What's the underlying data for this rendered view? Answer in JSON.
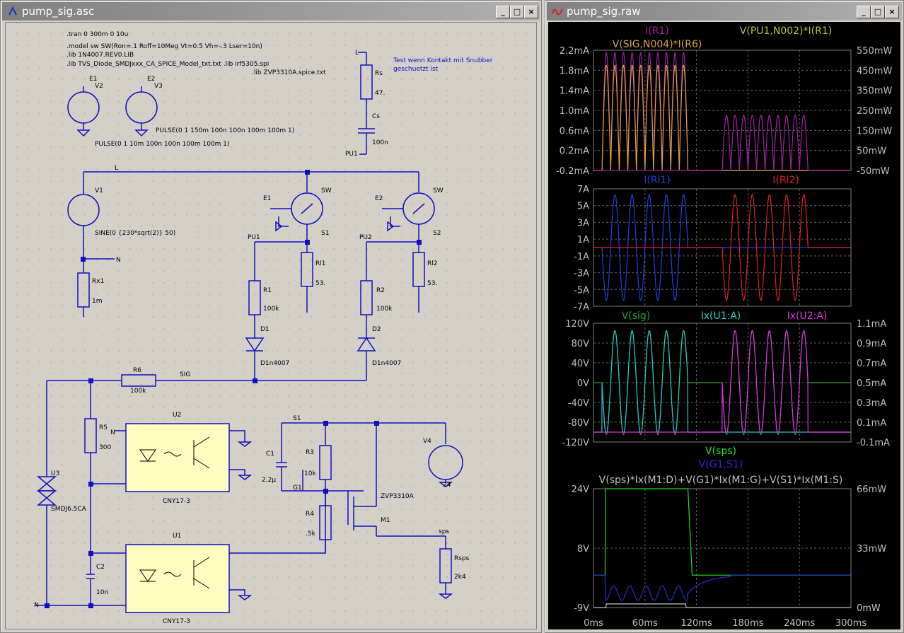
{
  "schematic": {
    "title": "pump_sig.asc",
    "directives": [
      ".tran 0 300m 0 10u",
      ".model sw SW(Ron=.1 Roff=10Meg Vt=0.5 Vh=-.3 Lser=10n)",
      ".lib 1N4007.REV0.LIB",
      ".lib TVS_Diode_SMDJxxx_CA_SPICE_Model_txt.txt  .lib irf5305.spi",
      ".lib ZVP3310A.spice.txt"
    ],
    "comment": [
      "Test wenn Kontakt mit Snubber",
      "geschuetzt ist"
    ],
    "labels": [
      {
        "id": "E1",
        "t": "E1"
      },
      {
        "id": "V2",
        "t": "V2"
      },
      {
        "id": "E2",
        "t": "E2"
      },
      {
        "id": "V3",
        "t": "V3"
      },
      {
        "id": "pulse1",
        "t": "PULSE(0 1 150m 100n 100n 100m 100m 1)"
      },
      {
        "id": "pulse2",
        "t": "PULSE(0 1 10m 100n 100n 100m 100m 1)"
      },
      {
        "id": "L1",
        "t": "L"
      },
      {
        "id": "Rs",
        "t": "Rs"
      },
      {
        "id": "Rsv",
        "t": "47."
      },
      {
        "id": "Cs",
        "t": "Cs"
      },
      {
        "id": "Csv",
        "t": "100n"
      },
      {
        "id": "PU1a",
        "t": "PU1"
      },
      {
        "id": "L2",
        "t": "L"
      },
      {
        "id": "V1",
        "t": "V1"
      },
      {
        "id": "sine",
        "t": "SINE(0 {230*sqrt(2)} 50)"
      },
      {
        "id": "E1b",
        "t": "E1"
      },
      {
        "id": "SWa",
        "t": "SW"
      },
      {
        "id": "S1",
        "t": "S1"
      },
      {
        "id": "E2b",
        "t": "E2"
      },
      {
        "id": "SWb",
        "t": "SW"
      },
      {
        "id": "S2",
        "t": "S2"
      },
      {
        "id": "N1",
        "t": "N"
      },
      {
        "id": "Rx1",
        "t": "Rx1"
      },
      {
        "id": "Rx1v",
        "t": "1m"
      },
      {
        "id": "PU1b",
        "t": "PU1"
      },
      {
        "id": "R1",
        "t": "R1"
      },
      {
        "id": "R1v",
        "t": "100k"
      },
      {
        "id": "Rl1",
        "t": "Rl1"
      },
      {
        "id": "Rl1v",
        "t": "53."
      },
      {
        "id": "D1",
        "t": "D1"
      },
      {
        "id": "D1v",
        "t": "D1n4007"
      },
      {
        "id": "PU2",
        "t": "PU2"
      },
      {
        "id": "R2",
        "t": "R2"
      },
      {
        "id": "R2v",
        "t": "100k"
      },
      {
        "id": "Rl2",
        "t": "Rl2"
      },
      {
        "id": "Rl2v",
        "t": "53."
      },
      {
        "id": "D2",
        "t": "D2"
      },
      {
        "id": "D2v",
        "t": "D1n4007"
      },
      {
        "id": "R6",
        "t": "R6"
      },
      {
        "id": "R6v",
        "t": "100k"
      },
      {
        "id": "SIG",
        "t": "SIG"
      },
      {
        "id": "U2",
        "t": "U2"
      },
      {
        "id": "R5",
        "t": "R5"
      },
      {
        "id": "R5v",
        "t": "300"
      },
      {
        "id": "N2",
        "t": "N"
      },
      {
        "id": "U2p",
        "t": "CNY17-3"
      },
      {
        "id": "U3",
        "t": "U3"
      },
      {
        "id": "U3v",
        "t": "SMDJ6.5CA"
      },
      {
        "id": "S1b",
        "t": "S1"
      },
      {
        "id": "C1",
        "t": "C1"
      },
      {
        "id": "C1v",
        "t": "2.2µ"
      },
      {
        "id": "R3",
        "t": "R3"
      },
      {
        "id": "R3v",
        "t": "10k"
      },
      {
        "id": "G1",
        "t": "G1"
      },
      {
        "id": "R4",
        "t": "R4"
      },
      {
        "id": "R4v",
        "t": ".5k"
      },
      {
        "id": "ZVP",
        "t": "ZVP3310A"
      },
      {
        "id": "M1",
        "t": "M1"
      },
      {
        "id": "V4",
        "t": "V4"
      },
      {
        "id": "V4v",
        "t": "24"
      },
      {
        "id": "sps",
        "t": "sps"
      },
      {
        "id": "Rsps",
        "t": "Rsps"
      },
      {
        "id": "Rspsv",
        "t": "2k4"
      },
      {
        "id": "U1",
        "t": "U1"
      },
      {
        "id": "C2",
        "t": "C2"
      },
      {
        "id": "C2v",
        "t": "10n"
      },
      {
        "id": "N3",
        "t": "N"
      },
      {
        "id": "U1p",
        "t": "CNY17-3"
      }
    ]
  },
  "waveform": {
    "title": "pump_sig.raw",
    "x_axis": {
      "ticks": [
        "0ms",
        "60ms",
        "120ms",
        "180ms",
        "240ms",
        "300ms"
      ],
      "range_ms": [
        0,
        300
      ]
    },
    "panes": [
      {
        "id": "p1",
        "traces": [
          {
            "name": "I(R1)",
            "color": "#a020a0"
          },
          {
            "name": "V(PU1,N002)*I(R1)",
            "color": "#c0c030"
          },
          {
            "name": "V(SIG,N004)*I(R6)",
            "color": "#d8a040"
          }
        ],
        "left_ticks": [
          "2.2mA",
          "1.8mA",
          "1.4mA",
          "1.0mA",
          "0.6mA",
          "0.2mA",
          "-0.2mA"
        ],
        "left_range": [
          -0.2,
          2.2
        ],
        "right_ticks": [
          "550mW",
          "450mW",
          "350mW",
          "250mW",
          "150mW",
          "50mW",
          "-50mW"
        ]
      },
      {
        "id": "p2",
        "traces": [
          {
            "name": "I(Rl1)",
            "color": "#2040e0"
          },
          {
            "name": "I(Rl2)",
            "color": "#e02020"
          }
        ],
        "left_ticks": [
          "7A",
          "5A",
          "3A",
          "1A",
          "-1A",
          "-3A",
          "-5A",
          "-7A"
        ],
        "left_range": [
          -7,
          7
        ]
      },
      {
        "id": "p3",
        "traces": [
          {
            "name": "V(sig)",
            "color": "#20a040"
          },
          {
            "name": "Ix(U1:A)",
            "color": "#20c8c8"
          },
          {
            "name": "Ix(U2:A)",
            "color": "#e030e0"
          }
        ],
        "left_ticks": [
          "120V",
          "80V",
          "40V",
          "0V",
          "-40V",
          "-80V",
          "-120V"
        ],
        "left_range": [
          -120,
          120
        ],
        "right_ticks": [
          "1.1mA",
          "0.9mA",
          "0.7mA",
          "0.5mA",
          "0.3mA",
          "0.1mA",
          "-0.1mA"
        ]
      },
      {
        "id": "p4",
        "traces": [
          {
            "name": "V(sps)",
            "color": "#20e020"
          },
          {
            "name": "V(G1,S1)",
            "color": "#2030d0"
          },
          {
            "name": "V(sps)*Ix(M1:D)+V(G1)*Ix(M1:G)+V(S1)*Ix(M1:S)",
            "color": "#c0c0c0"
          }
        ],
        "left_ticks": [
          "24V",
          "8V",
          "-9V"
        ],
        "right_ticks": [
          "66mW",
          "33mW",
          "0mW"
        ]
      }
    ]
  },
  "colors": {
    "wire": "#1010c0",
    "opto": "#fffcc0",
    "plot_bg": "#000000",
    "grid": "#808080"
  },
  "icons": [
    "schematic-app-icon",
    "waveform-app-icon",
    "minimize-icon",
    "maximize-icon",
    "close-icon"
  ]
}
